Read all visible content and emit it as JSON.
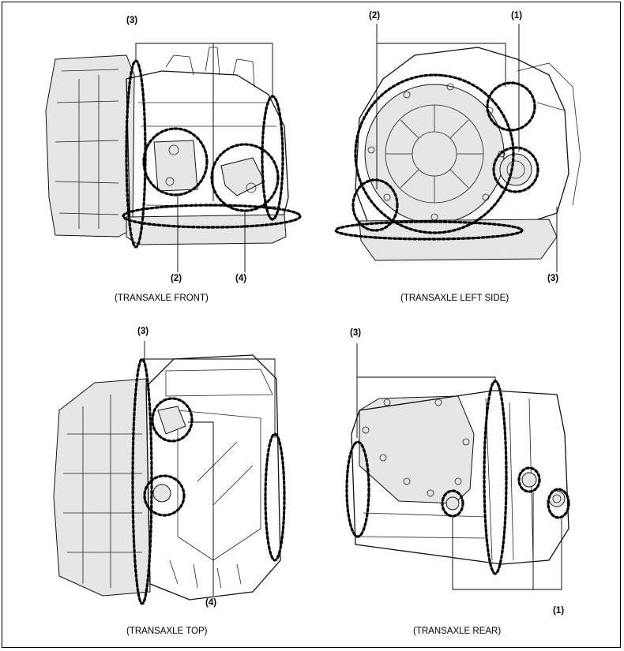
{
  "panels": [
    {
      "id": "front",
      "caption": "(TRANSAXLE FRONT)",
      "callouts": [
        "(3)",
        "(2)",
        "(4)"
      ]
    },
    {
      "id": "left",
      "caption": "(TRANSAXLE LEFT SIDE)",
      "callouts": [
        "(2)",
        "(1)",
        "(3)"
      ]
    },
    {
      "id": "top",
      "caption": "(TRANSAXLE TOP)",
      "callouts": [
        "(3)",
        "(4)"
      ]
    },
    {
      "id": "rear",
      "caption": "(TRANSAXLE REAR)",
      "callouts": [
        "(3)",
        "(1)"
      ]
    }
  ]
}
